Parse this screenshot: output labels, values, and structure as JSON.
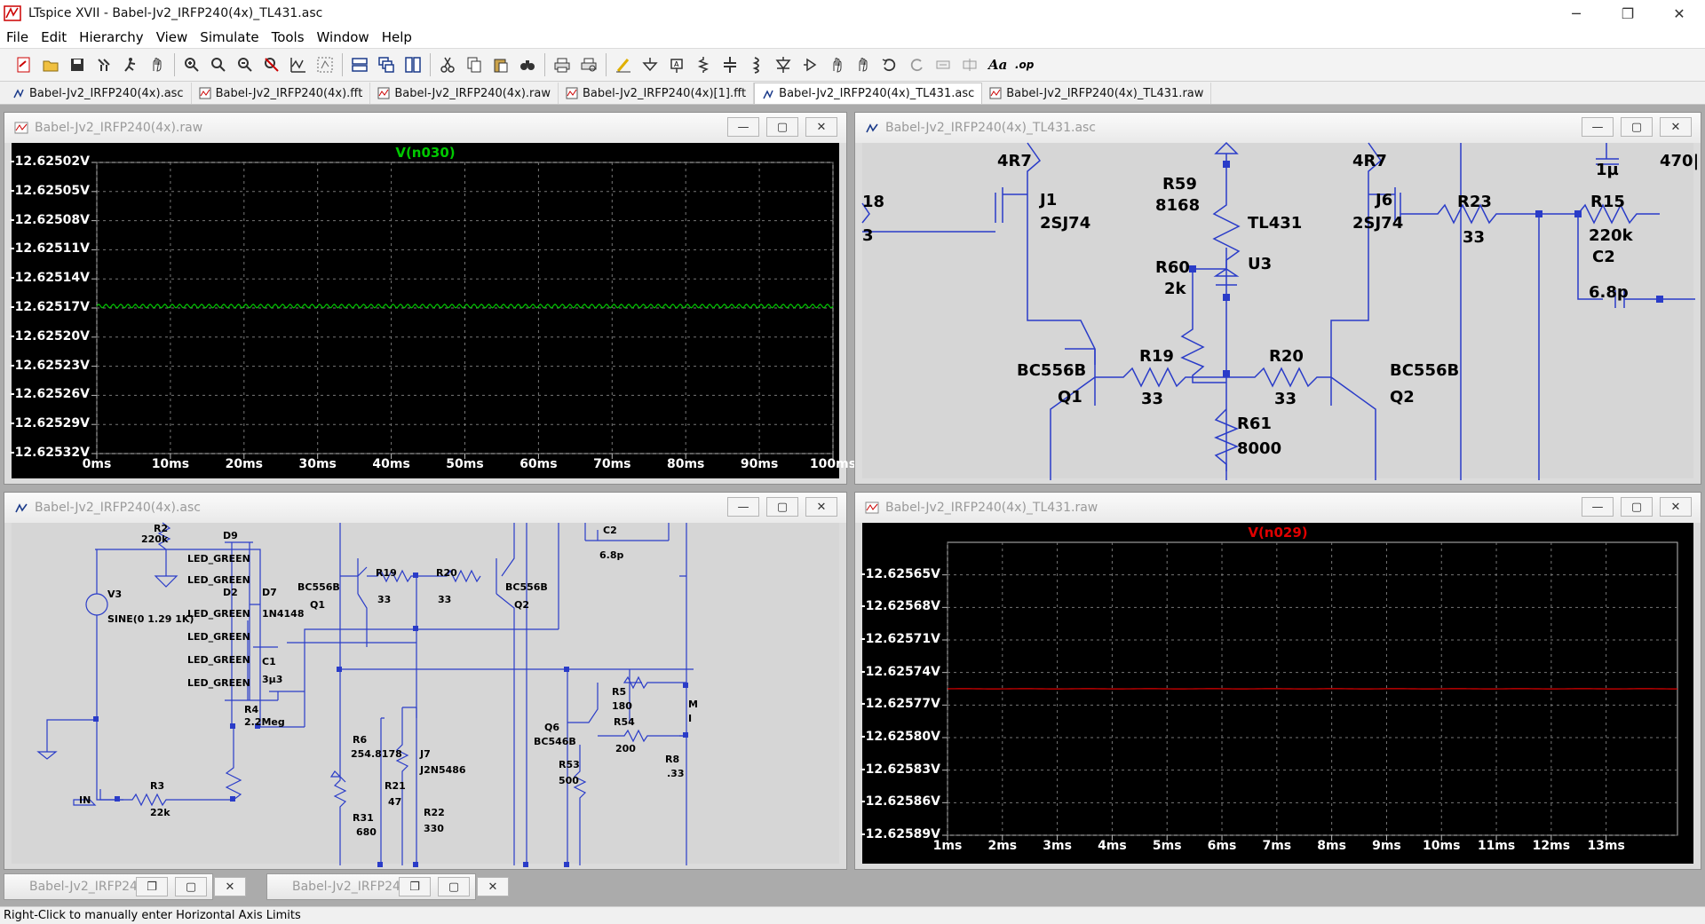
{
  "window": {
    "title": "LTspice XVII - Babel-Jv2_IRFP240(4x)_TL431.asc",
    "minimize": "─",
    "restore": "❐",
    "close": "✕"
  },
  "menu": [
    "File",
    "Edit",
    "Hierarchy",
    "View",
    "Simulate",
    "Tools",
    "Window",
    "Help"
  ],
  "tabs": [
    {
      "label": "Babel-Jv2_IRFP240(4x).asc",
      "icon": "schematic-icon"
    },
    {
      "label": "Babel-Jv2_IRFP240(4x).fft",
      "icon": "waveform-icon"
    },
    {
      "label": "Babel-Jv2_IRFP240(4x).raw",
      "icon": "waveform-icon"
    },
    {
      "label": "Babel-Jv2_IRFP240(4x)[1].fft",
      "icon": "waveform-icon"
    },
    {
      "label": "Babel-Jv2_IRFP240(4x)_TL431.asc",
      "icon": "schematic-icon",
      "active": true
    },
    {
      "label": "Babel-Jv2_IRFP240(4x)_TL431.raw",
      "icon": "waveform-icon"
    }
  ],
  "windows": {
    "plot1": {
      "title": "Babel-Jv2_IRFP240(4x).raw",
      "trace": "V(n030)",
      "trace_color": "#00c800"
    },
    "sch1": {
      "title": "Babel-Jv2_IRFP240(4x)_TL431.asc"
    },
    "sch2": {
      "title": "Babel-Jv2_IRFP240(4x).asc"
    },
    "plot2": {
      "title": "Babel-Jv2_IRFP240(4x)_TL431.raw",
      "trace": "V(n029)",
      "trace_color": "#e00000"
    }
  },
  "win_btn": {
    "minimize": "—",
    "maximize": "▢",
    "close": "✕"
  },
  "minimized": [
    {
      "title": "Babel-Jv2_IRFP24...",
      "restore": "❐",
      "maximize": "▢",
      "close": "✕"
    },
    {
      "title": "Babel-Jv2_IRFP24...",
      "restore": "❐",
      "maximize": "▢",
      "close": "✕"
    }
  ],
  "chart_data": [
    {
      "type": "line",
      "title": "V(n030)",
      "x_ticks": [
        "0ms",
        "10ms",
        "20ms",
        "30ms",
        "40ms",
        "50ms",
        "60ms",
        "70ms",
        "80ms",
        "90ms",
        "100ms"
      ],
      "y_ticks": [
        "-12.62502V",
        "-12.62505V",
        "-12.62508V",
        "-12.62511V",
        "-12.62514V",
        "-12.62517V",
        "-12.62520V",
        "-12.62523V",
        "-12.62526V",
        "-12.62529V",
        "-12.62532V"
      ],
      "xlim": [
        0,
        100
      ],
      "ylim": [
        -12.62532,
        -12.62502
      ],
      "series": [
        {
          "name": "V(n030)",
          "color": "#00c800",
          "mean": -12.625168,
          "amplitude": 1.8e-06,
          "cycles": 100
        }
      ],
      "grid": true
    },
    {
      "type": "line",
      "title": "V(n029)",
      "x_ticks": [
        "1ms",
        "2ms",
        "3ms",
        "4ms",
        "5ms",
        "6ms",
        "7ms",
        "8ms",
        "9ms",
        "10ms",
        "11ms",
        "12ms",
        "13ms"
      ],
      "y_ticks": [
        "-12.62565V",
        "-12.62568V",
        "-12.62571V",
        "-12.62574V",
        "-12.62577V",
        "-12.62580V",
        "-12.62583V",
        "-12.62586V",
        "-12.62589V"
      ],
      "xlim": [
        1,
        14.3
      ],
      "ylim": [
        -12.62589,
        -12.62562
      ],
      "series": [
        {
          "name": "V(n029)",
          "color": "#e00000",
          "value": -12.625755
        }
      ],
      "grid": true
    }
  ],
  "sch1_labels": [
    "4R7",
    "J1",
    "2SJ74",
    "18",
    "3",
    "R59",
    "8168",
    "TL431",
    "U3",
    "R60",
    "2k",
    "4R7",
    "J6",
    "2SJ74",
    "R23",
    "33",
    "R15",
    "220k",
    "C2",
    "6.8p",
    "1µ",
    "470|",
    "BC556B",
    "Q1",
    "R19",
    "33",
    "R20",
    "33",
    "BC556B",
    "Q2",
    "R61",
    "8000"
  ],
  "sch2_labels": [
    "R2",
    "220k",
    "D9",
    "LED_GREEN",
    "LED_GREEN",
    "D7",
    "1N4148",
    "D2",
    "LED_GREEN",
    "LED_GREEN",
    "LED_GREEN",
    "LED_GREEN",
    "C1",
    "3µ3",
    "R4",
    "2.2Meg",
    "V3",
    "SINE(0 1.29 1K)",
    "IN",
    "R3",
    "22k",
    "BC556B",
    "Q1",
    "R19",
    "33",
    "R20",
    "33",
    "BC556B",
    "Q2",
    "C2",
    "6.8p",
    "R6",
    "254.8178",
    "J7",
    "J2N5486",
    "R21",
    "47",
    "R31",
    "680",
    "R22",
    "330",
    "R5",
    "180",
    "Q6",
    "BC546B",
    "R54",
    "200",
    "R53",
    "500",
    "R8",
    ".33",
    "M",
    "I"
  ],
  "status": "Right-Click to manually enter Horizontal Axis Limits",
  "toolbar_icons": [
    "new-schematic-icon",
    "open-icon",
    "save-icon",
    "control-panel-icon",
    "run-icon",
    "halt-icon",
    "zoom-in-icon",
    "zoom-out-icon",
    "zoom-full-icon",
    "zoom-cancel-icon",
    "autorange-icon",
    "grid-icon",
    "tile-horizontal-icon",
    "cascade-icon",
    "tile-vertical-icon",
    "cut-icon",
    "copy-icon",
    "paste-icon",
    "find-icon",
    "print-icon",
    "print-preview-icon",
    "draw-wire-icon",
    "ground-icon",
    "label-net-icon",
    "resistor-icon",
    "capacitor-icon",
    "inductor-icon",
    "diode-icon",
    "component-icon",
    "move-icon",
    "drag-icon",
    "undo-icon",
    "redo-icon",
    "rotate-icon",
    "mirror-icon",
    "text-icon",
    "spice-directive-icon"
  ]
}
